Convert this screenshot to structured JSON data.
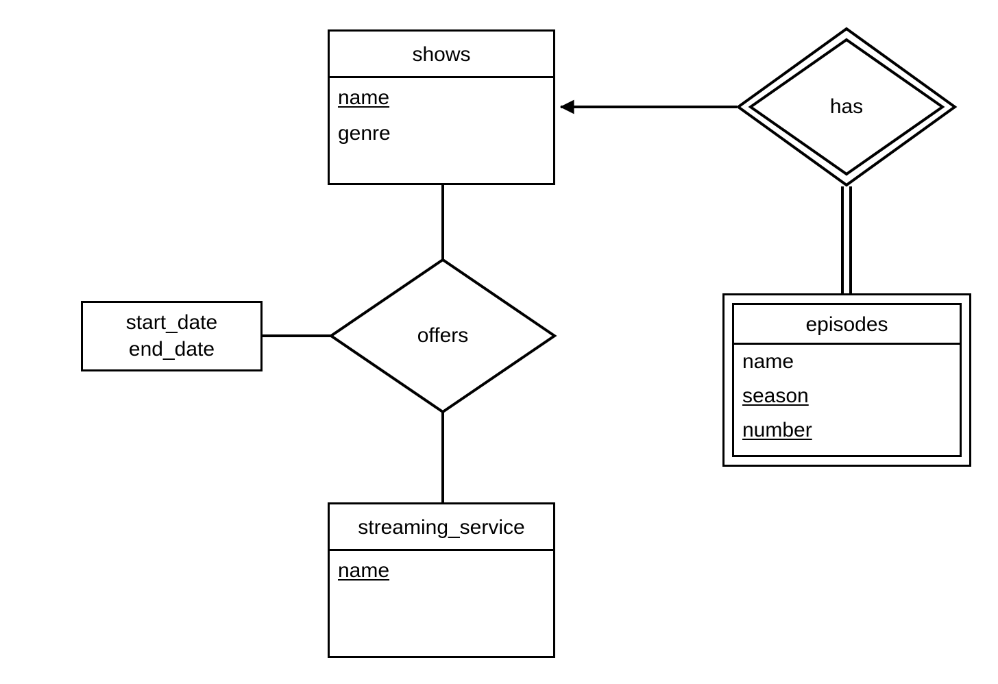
{
  "diagram": {
    "type": "entity-relationship-diagram",
    "notation": "chen",
    "background_color": "#ffffff",
    "line_color": "#000000"
  },
  "entities": [
    {
      "id": "shows",
      "name": "shows",
      "kind": "strong-entity",
      "attributes": [
        {
          "name": "name",
          "key": true
        },
        {
          "name": "genre",
          "key": false
        }
      ]
    },
    {
      "id": "episodes",
      "name": "episodes",
      "kind": "weak-entity",
      "attributes": [
        {
          "name": "name",
          "key": false
        },
        {
          "name": "season",
          "key": true
        },
        {
          "name": "number",
          "key": true
        }
      ]
    },
    {
      "id": "streaming_service",
      "name": "streaming_service",
      "kind": "strong-entity",
      "attributes": [
        {
          "name": "name",
          "key": true
        }
      ]
    }
  ],
  "relationships": [
    {
      "id": "has",
      "name": "has",
      "kind": "identifying-relationship"
    },
    {
      "id": "offers",
      "name": "offers",
      "kind": "relationship"
    }
  ],
  "attribute_boxes": [
    {
      "id": "offers_attributes",
      "lines": [
        "start_date",
        "end_date"
      ]
    }
  ],
  "connectors": [
    {
      "id": "has-to-shows",
      "from": "has",
      "to": "shows",
      "style": "single-line-arrow"
    },
    {
      "id": "has-to-episodes",
      "from": "has",
      "to": "episodes",
      "style": "double-line"
    },
    {
      "id": "shows-to-offers",
      "from": "shows",
      "to": "offers",
      "style": "single-line"
    },
    {
      "id": "offers-to-streaming-service",
      "from": "offers",
      "to": "streaming_service",
      "style": "single-line"
    },
    {
      "id": "offers-to-attributes",
      "from": "offers",
      "to": "offers_attributes",
      "style": "single-line"
    }
  ]
}
